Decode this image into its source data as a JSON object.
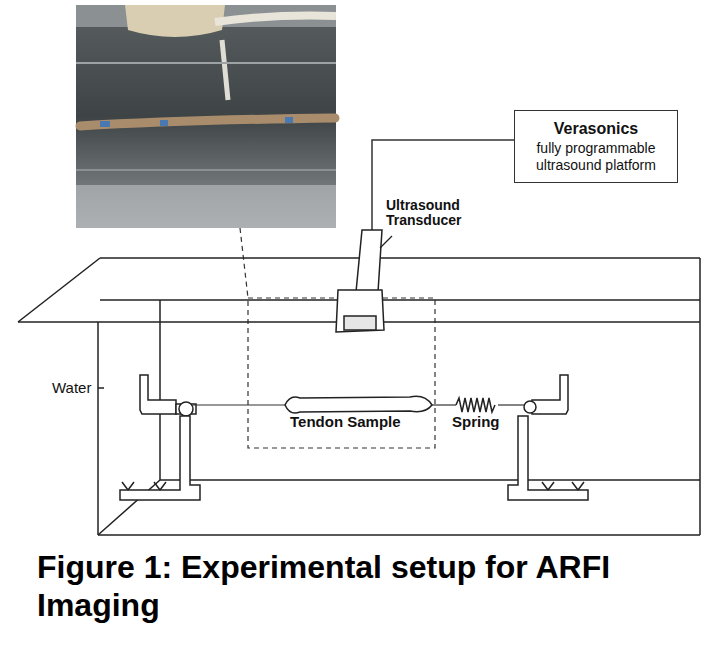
{
  "diagram": {
    "caption": "Figure 1: Experimental setup for ARFI Imaging",
    "nodes": [
      {
        "text": [
          "Verasonics",
          "fully programmable ultrasound platform"
        ]
      }
    ],
    "labels": [
      "Ultrasound Transducer",
      "Water",
      "Tendon Sample",
      "Spring"
    ]
  }
}
